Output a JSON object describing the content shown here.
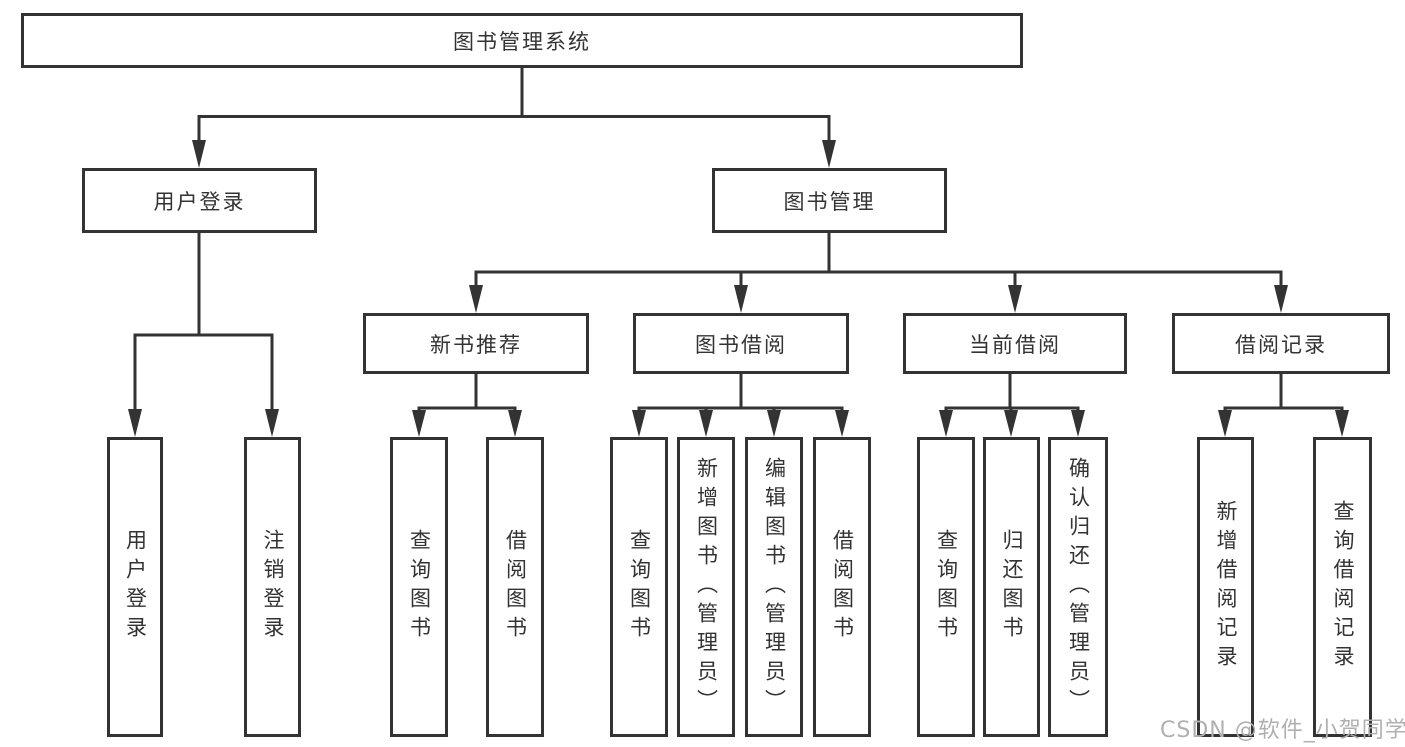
{
  "diagram": {
    "root": {
      "label": "图书管理系统"
    },
    "level2": [
      {
        "label": "用户登录"
      },
      {
        "label": "图书管理"
      }
    ],
    "level3": [
      {
        "label": "新书推荐"
      },
      {
        "label": "图书借阅"
      },
      {
        "label": "当前借阅"
      },
      {
        "label": "借阅记录"
      }
    ],
    "leaves": [
      {
        "label": "用户登录"
      },
      {
        "label": "注销登录"
      },
      {
        "label": "查询图书"
      },
      {
        "label": "借阅图书"
      },
      {
        "label": "查询图书"
      },
      {
        "label": "新增图书（管理员）"
      },
      {
        "label": "编辑图书（管理员）"
      },
      {
        "label": "借阅图书"
      },
      {
        "label": "查询图书"
      },
      {
        "label": "归还图书"
      },
      {
        "label": "确认归还（管理员）"
      },
      {
        "label": "新增借阅记录"
      },
      {
        "label": "查询借阅记录"
      }
    ],
    "watermark": "CSDN @软件_小贺同学",
    "colors": {
      "line": "#333333",
      "box_border": "#333333",
      "box_background": "#ffffff",
      "text": "#333333",
      "watermark": "#b0b0b0",
      "page_background": "#ffffff"
    }
  }
}
